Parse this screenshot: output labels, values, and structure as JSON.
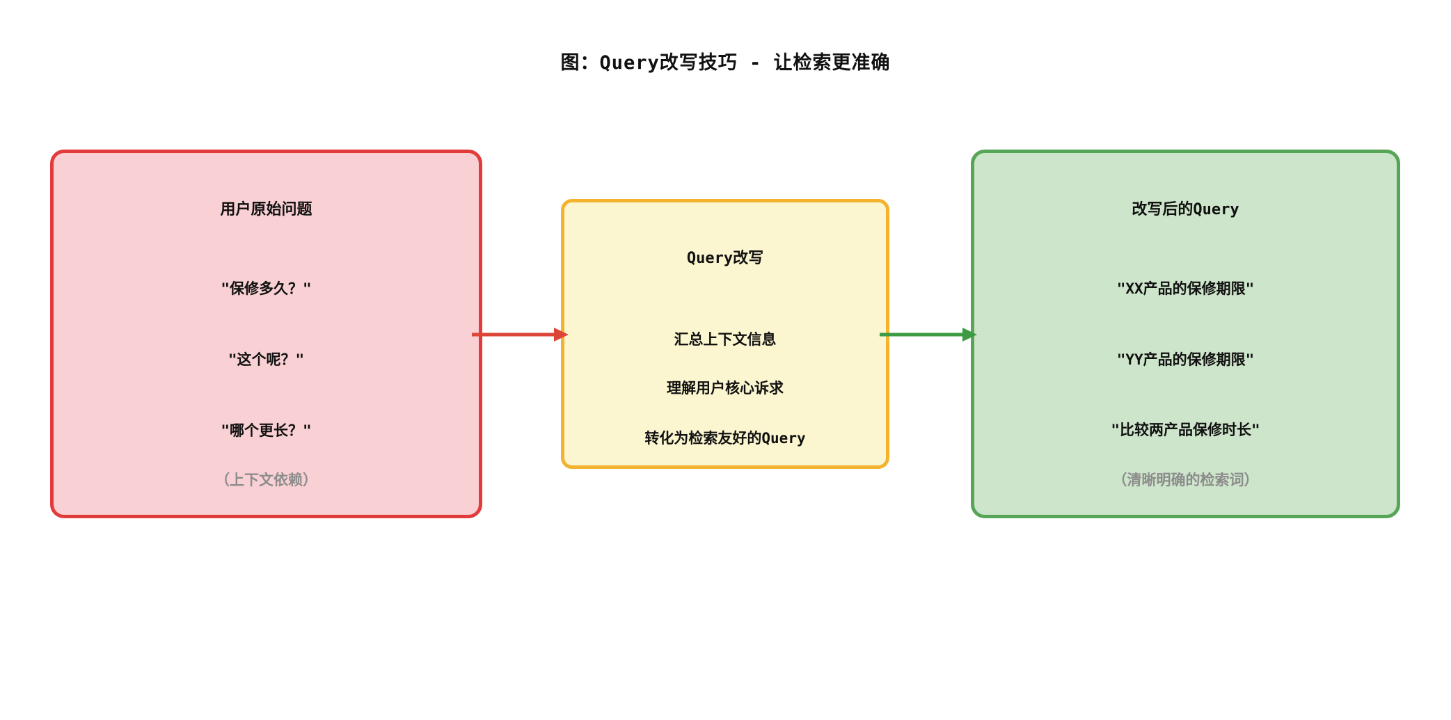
{
  "title": "图：Query改写技巧 - 让检索更准确",
  "colors": {
    "text": "#111111",
    "note_text": "#8c8c8c",
    "background": "#ffffff"
  },
  "boxes": {
    "original": {
      "title": "用户原始问题",
      "items": [
        "\"保修多久？\"",
        "\"这个呢？\"",
        "\"哪个更长？\""
      ],
      "note": "（上下文依赖）",
      "border_color": "#e23b3b",
      "fill_color": "#f9d0d3"
    },
    "rewrite": {
      "title": "Query改写",
      "items": [
        "汇总上下文信息",
        "理解用户核心诉求",
        "转化为检索友好的Query"
      ],
      "border_color": "#f3b32e",
      "fill_color": "#fcf6d0"
    },
    "rewritten": {
      "title": "改写后的Query",
      "items": [
        "\"XX产品的保修期限\"",
        "\"YY产品的保修期限\"",
        "\"比较两产品保修时长\""
      ],
      "note": "（清晰明确的检索词）",
      "border_color": "#57a557",
      "fill_color": "#cde5ca"
    }
  },
  "arrows": {
    "original_to_rewrite": {
      "color": "#dc4537"
    },
    "rewrite_to_rewritten": {
      "color": "#3d9b43"
    }
  }
}
